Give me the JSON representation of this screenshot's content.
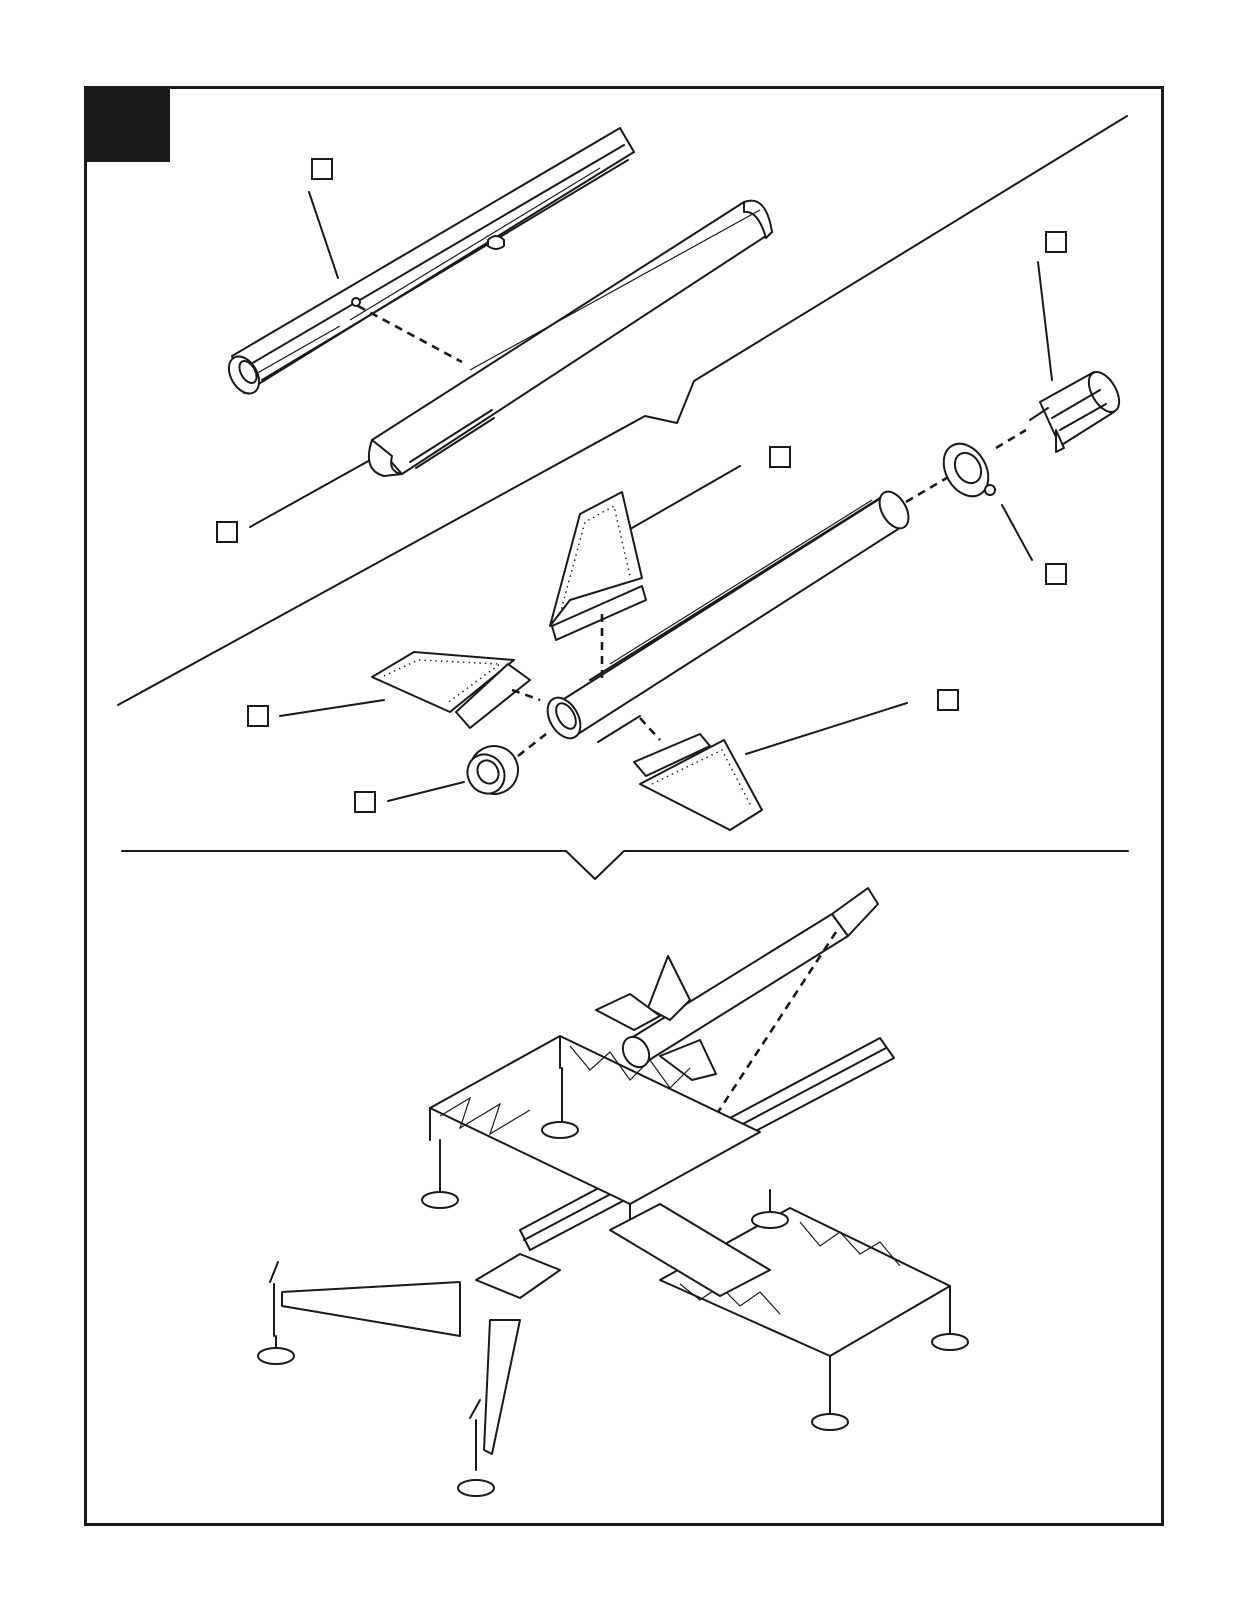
{
  "colors": {
    "ink": "#1a1a1a",
    "paper": "#ffffff"
  },
  "step": {
    "number": ""
  },
  "callouts": [
    {
      "id": "upper-rail",
      "label": ""
    },
    {
      "id": "lower-rail",
      "label": ""
    },
    {
      "id": "nozzle",
      "label": ""
    },
    {
      "id": "top-fin",
      "label": ""
    },
    {
      "id": "bulkhead",
      "label": ""
    },
    {
      "id": "left-fin",
      "label": ""
    },
    {
      "id": "right-fin",
      "label": ""
    },
    {
      "id": "end-cap",
      "label": ""
    }
  ]
}
